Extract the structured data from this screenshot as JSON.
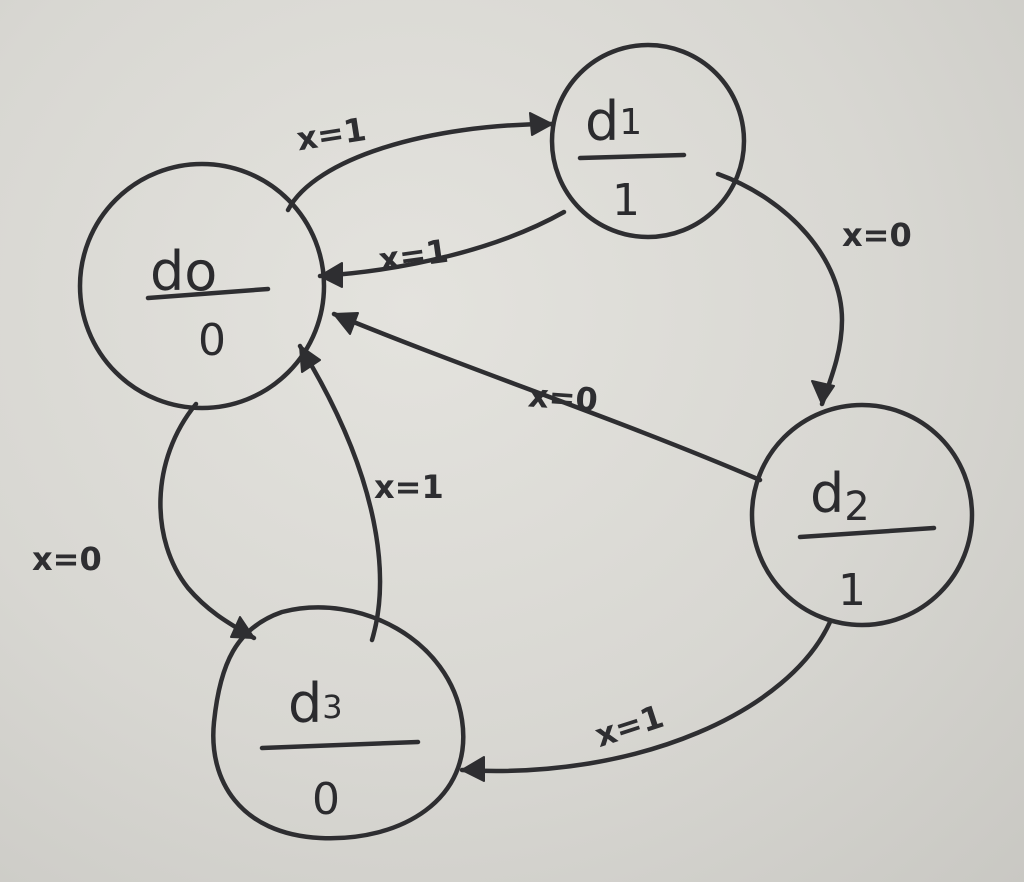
{
  "states": [
    {
      "id": "d0",
      "name": "d",
      "sub": "o",
      "output": "0"
    },
    {
      "id": "d1",
      "name": "d",
      "sub": "1",
      "output": "1"
    },
    {
      "id": "d2",
      "name": "d",
      "sub": "2",
      "output": "1"
    },
    {
      "id": "d3",
      "name": "d",
      "sub": "3",
      "output": "0"
    }
  ],
  "transitions": [
    {
      "from": "d0",
      "to": "d1",
      "label": "x=1"
    },
    {
      "from": "d1",
      "to": "d0",
      "label": "x=1"
    },
    {
      "from": "d1",
      "to": "d2",
      "label": "x=0"
    },
    {
      "from": "d2",
      "to": "d0",
      "label": "x=0"
    },
    {
      "from": "d2",
      "to": "d3",
      "label": "x=1"
    },
    {
      "from": "d0",
      "to": "d3",
      "label": "x=0"
    },
    {
      "from": "d3",
      "to": "d0",
      "label": "x=1"
    }
  ],
  "colors": {
    "ink": "#2e2e31",
    "paper": "#d9d8d3"
  }
}
